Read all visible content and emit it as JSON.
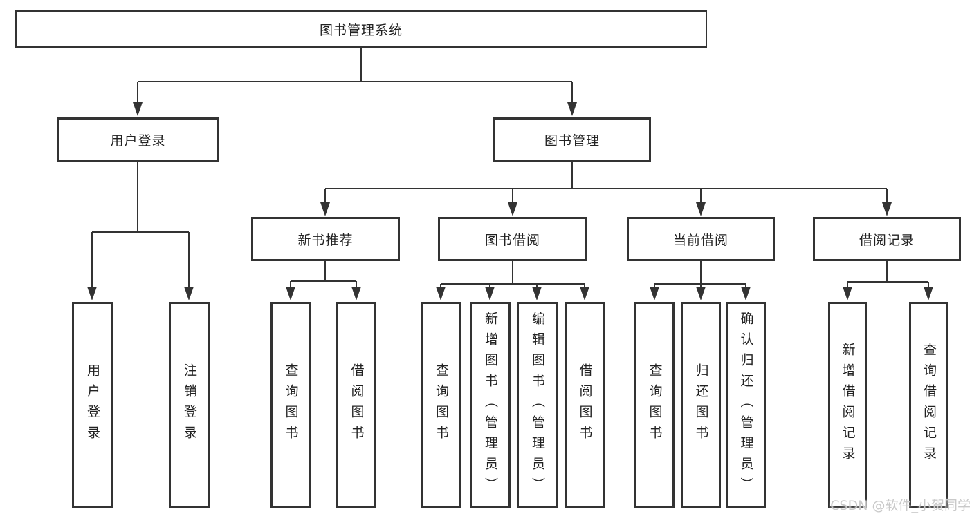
{
  "diagram_title": "图书管理系统",
  "watermark": "CSDN @软件_小贺同学",
  "colors": {
    "line": "#333333",
    "border": "#333333",
    "text": "#222222",
    "background": "#ffffff",
    "watermark": "#c9c9c9"
  },
  "nodes": {
    "root": {
      "label": "图书管理系统"
    },
    "user_login": {
      "label": "用户登录"
    },
    "book_mgmt": {
      "label": "图书管理"
    },
    "new_books": {
      "label": "新书推荐"
    },
    "book_borrow": {
      "label": "图书借阅"
    },
    "current_borrow": {
      "label": "当前借阅"
    },
    "borrow_records": {
      "label": "借阅记录"
    },
    "leaf_user_login": {
      "label": "用户登录"
    },
    "leaf_logout": {
      "label": "注销登录"
    },
    "leaf_nb_query": {
      "label": "查询图书"
    },
    "leaf_nb_borrow": {
      "label": "借阅图书"
    },
    "leaf_bb_query": {
      "label": "查询图书"
    },
    "leaf_bb_add": {
      "label": "新增图书（管理员）"
    },
    "leaf_bb_edit": {
      "label": "编辑图书（管理员）"
    },
    "leaf_bb_borrow": {
      "label": "借阅图书"
    },
    "leaf_cb_query": {
      "label": "查询图书"
    },
    "leaf_cb_return": {
      "label": "归还图书"
    },
    "leaf_cb_confirm": {
      "label": "确认归还（管理员）"
    },
    "leaf_br_add": {
      "label": "新增借阅记录"
    },
    "leaf_br_query": {
      "label": "查询借阅记录"
    }
  }
}
